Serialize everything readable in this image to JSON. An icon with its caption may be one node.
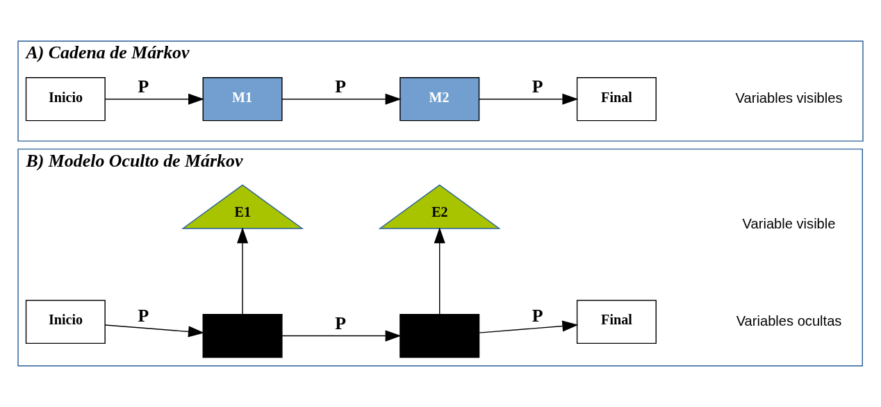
{
  "diagram": {
    "nodes": [
      {
        "text": [
          "A) Cadena de Márkov"
        ]
      },
      {
        "text": [
          "Inicio"
        ],
        "in": 0
      },
      {
        "text": [
          "M1"
        ],
        "in": 0
      },
      {
        "text": [
          "M2"
        ],
        "in": 0
      },
      {
        "text": [
          "Final"
        ],
        "in": 0
      },
      {
        "text": [
          "B) Modelo Oculto de Márkov"
        ]
      },
      {
        "text": [
          "Inicio"
        ],
        "in": 5
      },
      {
        "text": [],
        "shape": "box",
        "in": 5
      },
      {
        "text": [],
        "shape": "box",
        "in": 5
      },
      {
        "text": [
          "Final"
        ],
        "in": 5
      },
      {
        "text": [
          "E1"
        ],
        "in": 5
      },
      {
        "text": [
          "E2"
        ],
        "in": 5
      }
    ],
    "edges": [
      {
        "from": 1,
        "to": 2,
        "arrow": "to",
        "label": "P"
      },
      {
        "from": 2,
        "to": 3,
        "arrow": "to",
        "label": "P"
      },
      {
        "from": 3,
        "to": 4,
        "arrow": "to",
        "label": "P"
      },
      {
        "from": 6,
        "to": 7,
        "arrow": "to",
        "label": "P"
      },
      {
        "from": 7,
        "to": 8,
        "arrow": "to",
        "label": "P"
      },
      {
        "from": 8,
        "to": 9,
        "arrow": "to",
        "label": "P"
      },
      {
        "from": 7,
        "to": 10,
        "arrow": "to"
      },
      {
        "from": 8,
        "to": 11,
        "arrow": "to"
      }
    ],
    "labels": [
      "Variables visibles",
      "Variables ocultas",
      "Variable visible"
    ]
  }
}
